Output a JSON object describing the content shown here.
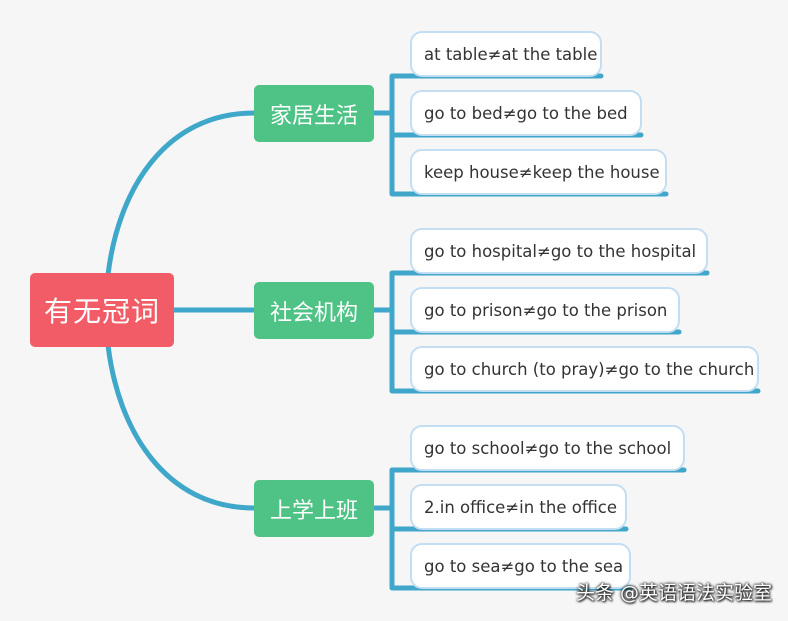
{
  "colors": {
    "root": "#f25c66",
    "branch": "#4fc386",
    "connector": "#3fa7c9",
    "leaf_border": "#c3ddf2"
  },
  "mindmap": {
    "root": "有无冠词",
    "branches": [
      {
        "label": "家居生活",
        "items": [
          "at table≠at the table",
          "go to bed≠go to the bed",
          "keep house≠keep the house"
        ]
      },
      {
        "label": "社会机构",
        "items": [
          "go to hospital≠go to the hospital",
          "go to prison≠go to the prison",
          "go to church (to pray)≠go to the church"
        ]
      },
      {
        "label": "上学上班",
        "items": [
          "go to school≠go to the school",
          "2.in office≠in the office",
          "go to sea≠go to the sea"
        ]
      }
    ]
  },
  "watermark": "头条 @英语语法实验室"
}
